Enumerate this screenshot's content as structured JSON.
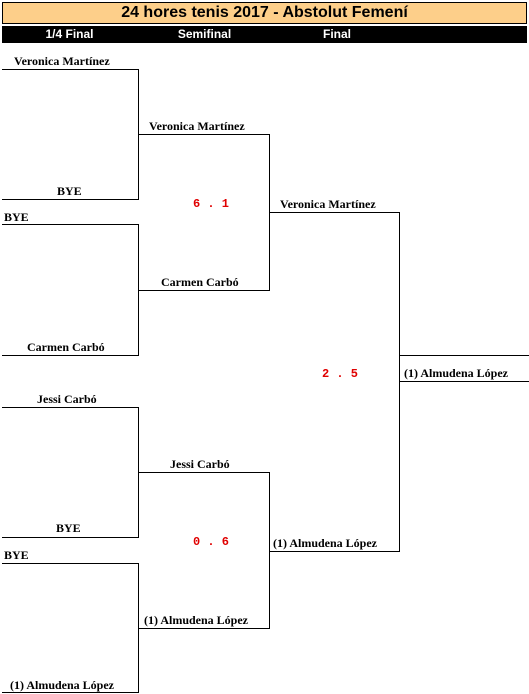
{
  "title": "24 hores tenis 2017 - Abstolut Femení",
  "rounds": [
    "1/4 Final",
    "Semifinal",
    "Final"
  ],
  "quarterfinal": [
    {
      "top": "Veronica Martínez",
      "bottom": "BYE"
    },
    {
      "top": "BYE",
      "bottom": "Carmen Carbó"
    },
    {
      "top": "Jessi Carbó",
      "bottom": "BYE"
    },
    {
      "top": "BYE",
      "bottom": "(1) Almudena López"
    }
  ],
  "semifinal": [
    {
      "top": "Veronica Martínez",
      "bottom": "Carmen Carbó",
      "score": "6 . 1"
    },
    {
      "top": "Jessi Carbó",
      "bottom": "(1) Almudena López",
      "score": "0 . 6"
    }
  ],
  "final": {
    "top": "Veronica Martínez",
    "bottom": "(1) Almudena López",
    "score": "2 . 5"
  },
  "champion": "(1) Almudena López"
}
